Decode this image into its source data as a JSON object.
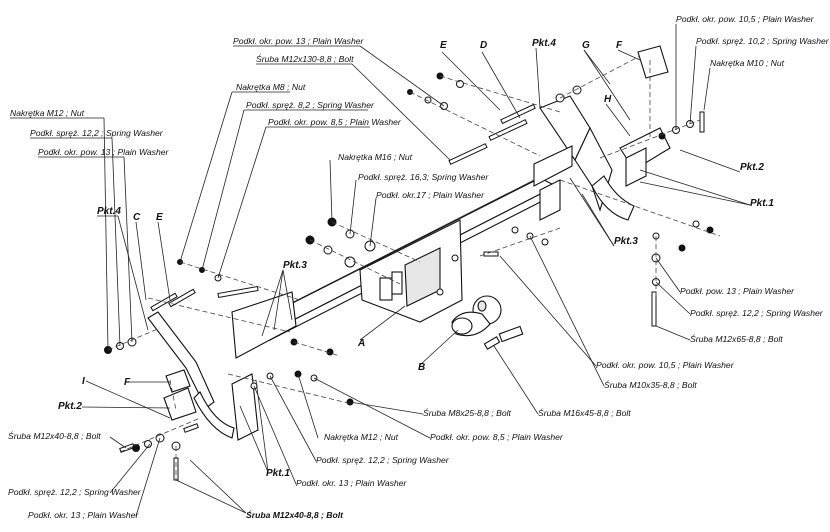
{
  "labels": {
    "nut_m12_left": "Nakrętka  M12 ; Nut",
    "spring_washer_122_left": "Podkł. spręż. 12,2 ; Spring Washer",
    "plain_washer_13_left": "Podkł. okr. pow. 13 ; Plain Washer",
    "pkt4_left": "Pkt.4",
    "letter_c_left": "C",
    "letter_e_left": "E",
    "nut_m8": "Nakrętka  M8 ; Nut",
    "spring_washer_82": "Podkł. spręż. 8,2 ; Spring Washer",
    "plain_washer_85_top": "Podkł. okr. pow. 8,5 ; Plain Washer",
    "plain_washer_13_top": "Podkł. okr. pow. 13 ; Plain Washer",
    "bolt_m12x130": "Śruba M12x130-8,8 ;  Bolt",
    "letter_e_top": "E",
    "letter_d_top": "D",
    "pkt4_top": "Pkt.4",
    "letter_g": "G",
    "letter_f_top": "F",
    "letter_h": "H",
    "plain_washer_105_top": "Podkł. okr. pow. 10,5 ; Plain Washer",
    "spring_washer_102": "Podkł. spręż. 10,2 ; Spring Washer",
    "nut_m10": "Nakrętka  M10 ; Nut",
    "pkt2_right": "Pkt.2",
    "pkt1_right": "Pkt.1",
    "pkt3_right": "Pkt.3",
    "nut_m16": "Nakrętka  M16 ; Nut",
    "spring_washer_163": "Podkł. spręż. 16,3; Spring Washer",
    "plain_washer_17": "Podkł. okr.17 ; Plain Washer",
    "pkt3_center": "Pkt.3",
    "letter_a": "A",
    "letter_b": "B",
    "plain_washer_13_right": "Podkł. pow. 13 ; Plain Washer",
    "spring_washer_122_right": "Podkł. spręż. 12,2 ; Spring Washer",
    "bolt_m12x65": "Śruba M12x65-8,8 ;  Bolt",
    "plain_washer_105_mid": "Podkł. okr. pow. 10,5 ; Plain Washer",
    "bolt_m10x35": "Śruba M10x35-8,8 ;  Bolt",
    "bolt_m16x45": "Śruba M16x45-8,8 ;  Bolt",
    "bolt_m8x25": "Śruba M8x25-8,8 ;  Bolt",
    "plain_washer_85_bottom": "Podkł. okr. pow. 8,5 ; Plain Washer",
    "nut_m12_bottom": "Nakrętka  M12 ; Nut",
    "spring_washer_122_bottom": "Podkł. spręż. 12,2 ; Spring Washer",
    "plain_washer_13_bottom": "Podkł. okr. 13 ; Plain Washer",
    "pkt1_bottom": "Pkt.1",
    "bolt_m12x40_bottom": "Śruba M12x40-8,8 ;  Bolt",
    "letter_i": "I",
    "letter_f_left": "F",
    "pkt2_left": "Pkt.2",
    "bolt_m12x40_left": "Śruba M12x40-8,8 ;  Bolt",
    "spring_washer_122_bottom_left": "Podkł. spręż. 12,2 ; Spring Washer",
    "plain_washer_13_bottom_left": "Podkł. okr. 13 ; Plain Washer"
  }
}
